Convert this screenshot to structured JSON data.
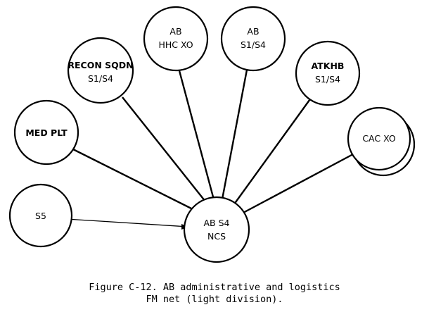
{
  "nodes": {
    "med_plt": {
      "lines": [
        "MED PLT"
      ]
    },
    "recon": {
      "lines": [
        "RECON SQDN",
        "S1/S4"
      ]
    },
    "ab_hhc": {
      "lines": [
        "AB",
        "HHC XO"
      ]
    },
    "ab_s1s4": {
      "lines": [
        "AB",
        "S1/S4"
      ]
    },
    "atkhb": {
      "lines": [
        "ATKHB",
        "S1/S4"
      ]
    },
    "cac_xo": {
      "lines": [
        "CAC XO"
      ]
    },
    "s5": {
      "lines": [
        "S5"
      ]
    },
    "ncs": {
      "lines": [
        "AB S4",
        "NCS"
      ]
    }
  },
  "caption": {
    "line1": "Figure C-12. AB administrative and logistics",
    "line2": "FM net (light division)."
  }
}
